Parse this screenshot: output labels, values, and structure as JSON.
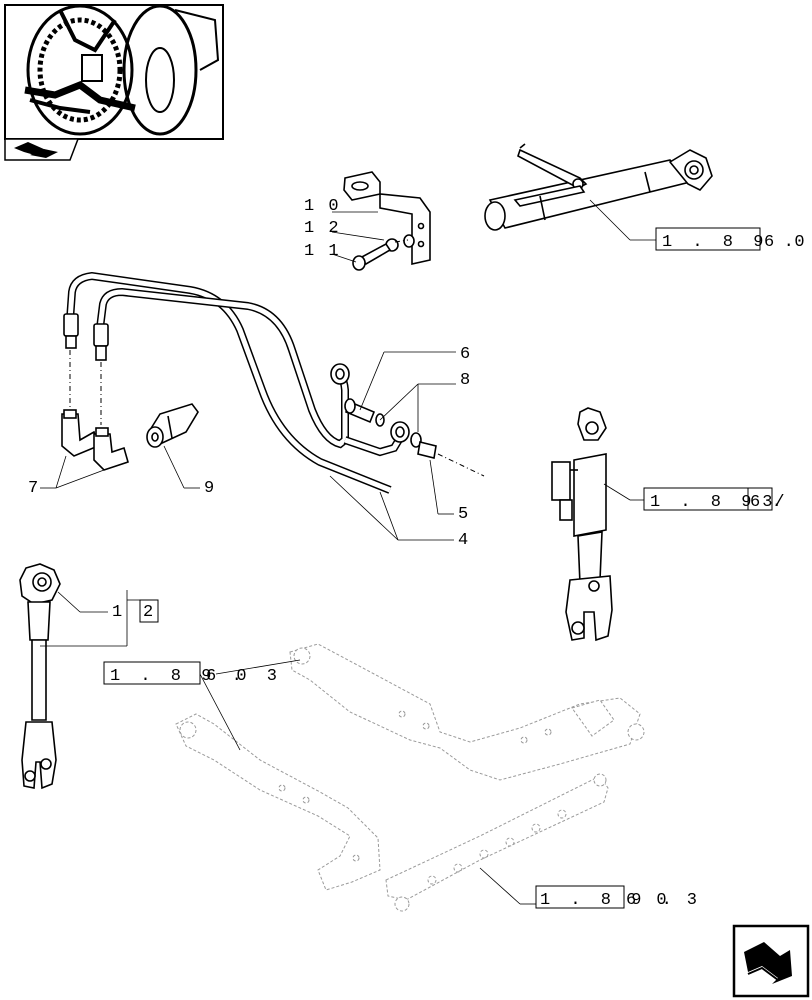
{
  "callouts": {
    "c10": "1 0",
    "c12": "1 2",
    "c11": "1 1",
    "c6": "6",
    "c8": "8",
    "c7": "7",
    "c9": "9",
    "c5": "5",
    "c4": "4",
    "c1": "1",
    "c2": "2"
  },
  "refs": {
    "top_right_box": "1 . 8 9 .",
    "top_right_tail": "6  0",
    "mid_right_box": "1 . 8 9 .",
    "mid_right_tail": "63/",
    "left_box": "1 . 8 9 .",
    "left_tail": "6  0 3",
    "bottom_box": "1 . 8 9 .",
    "bottom_tail": "6  0 3"
  },
  "icons": {
    "thumbnail": "tractor-rear-thumbnail",
    "book": "book-icon",
    "nav_arrow": "next-page-arrow-icon"
  }
}
